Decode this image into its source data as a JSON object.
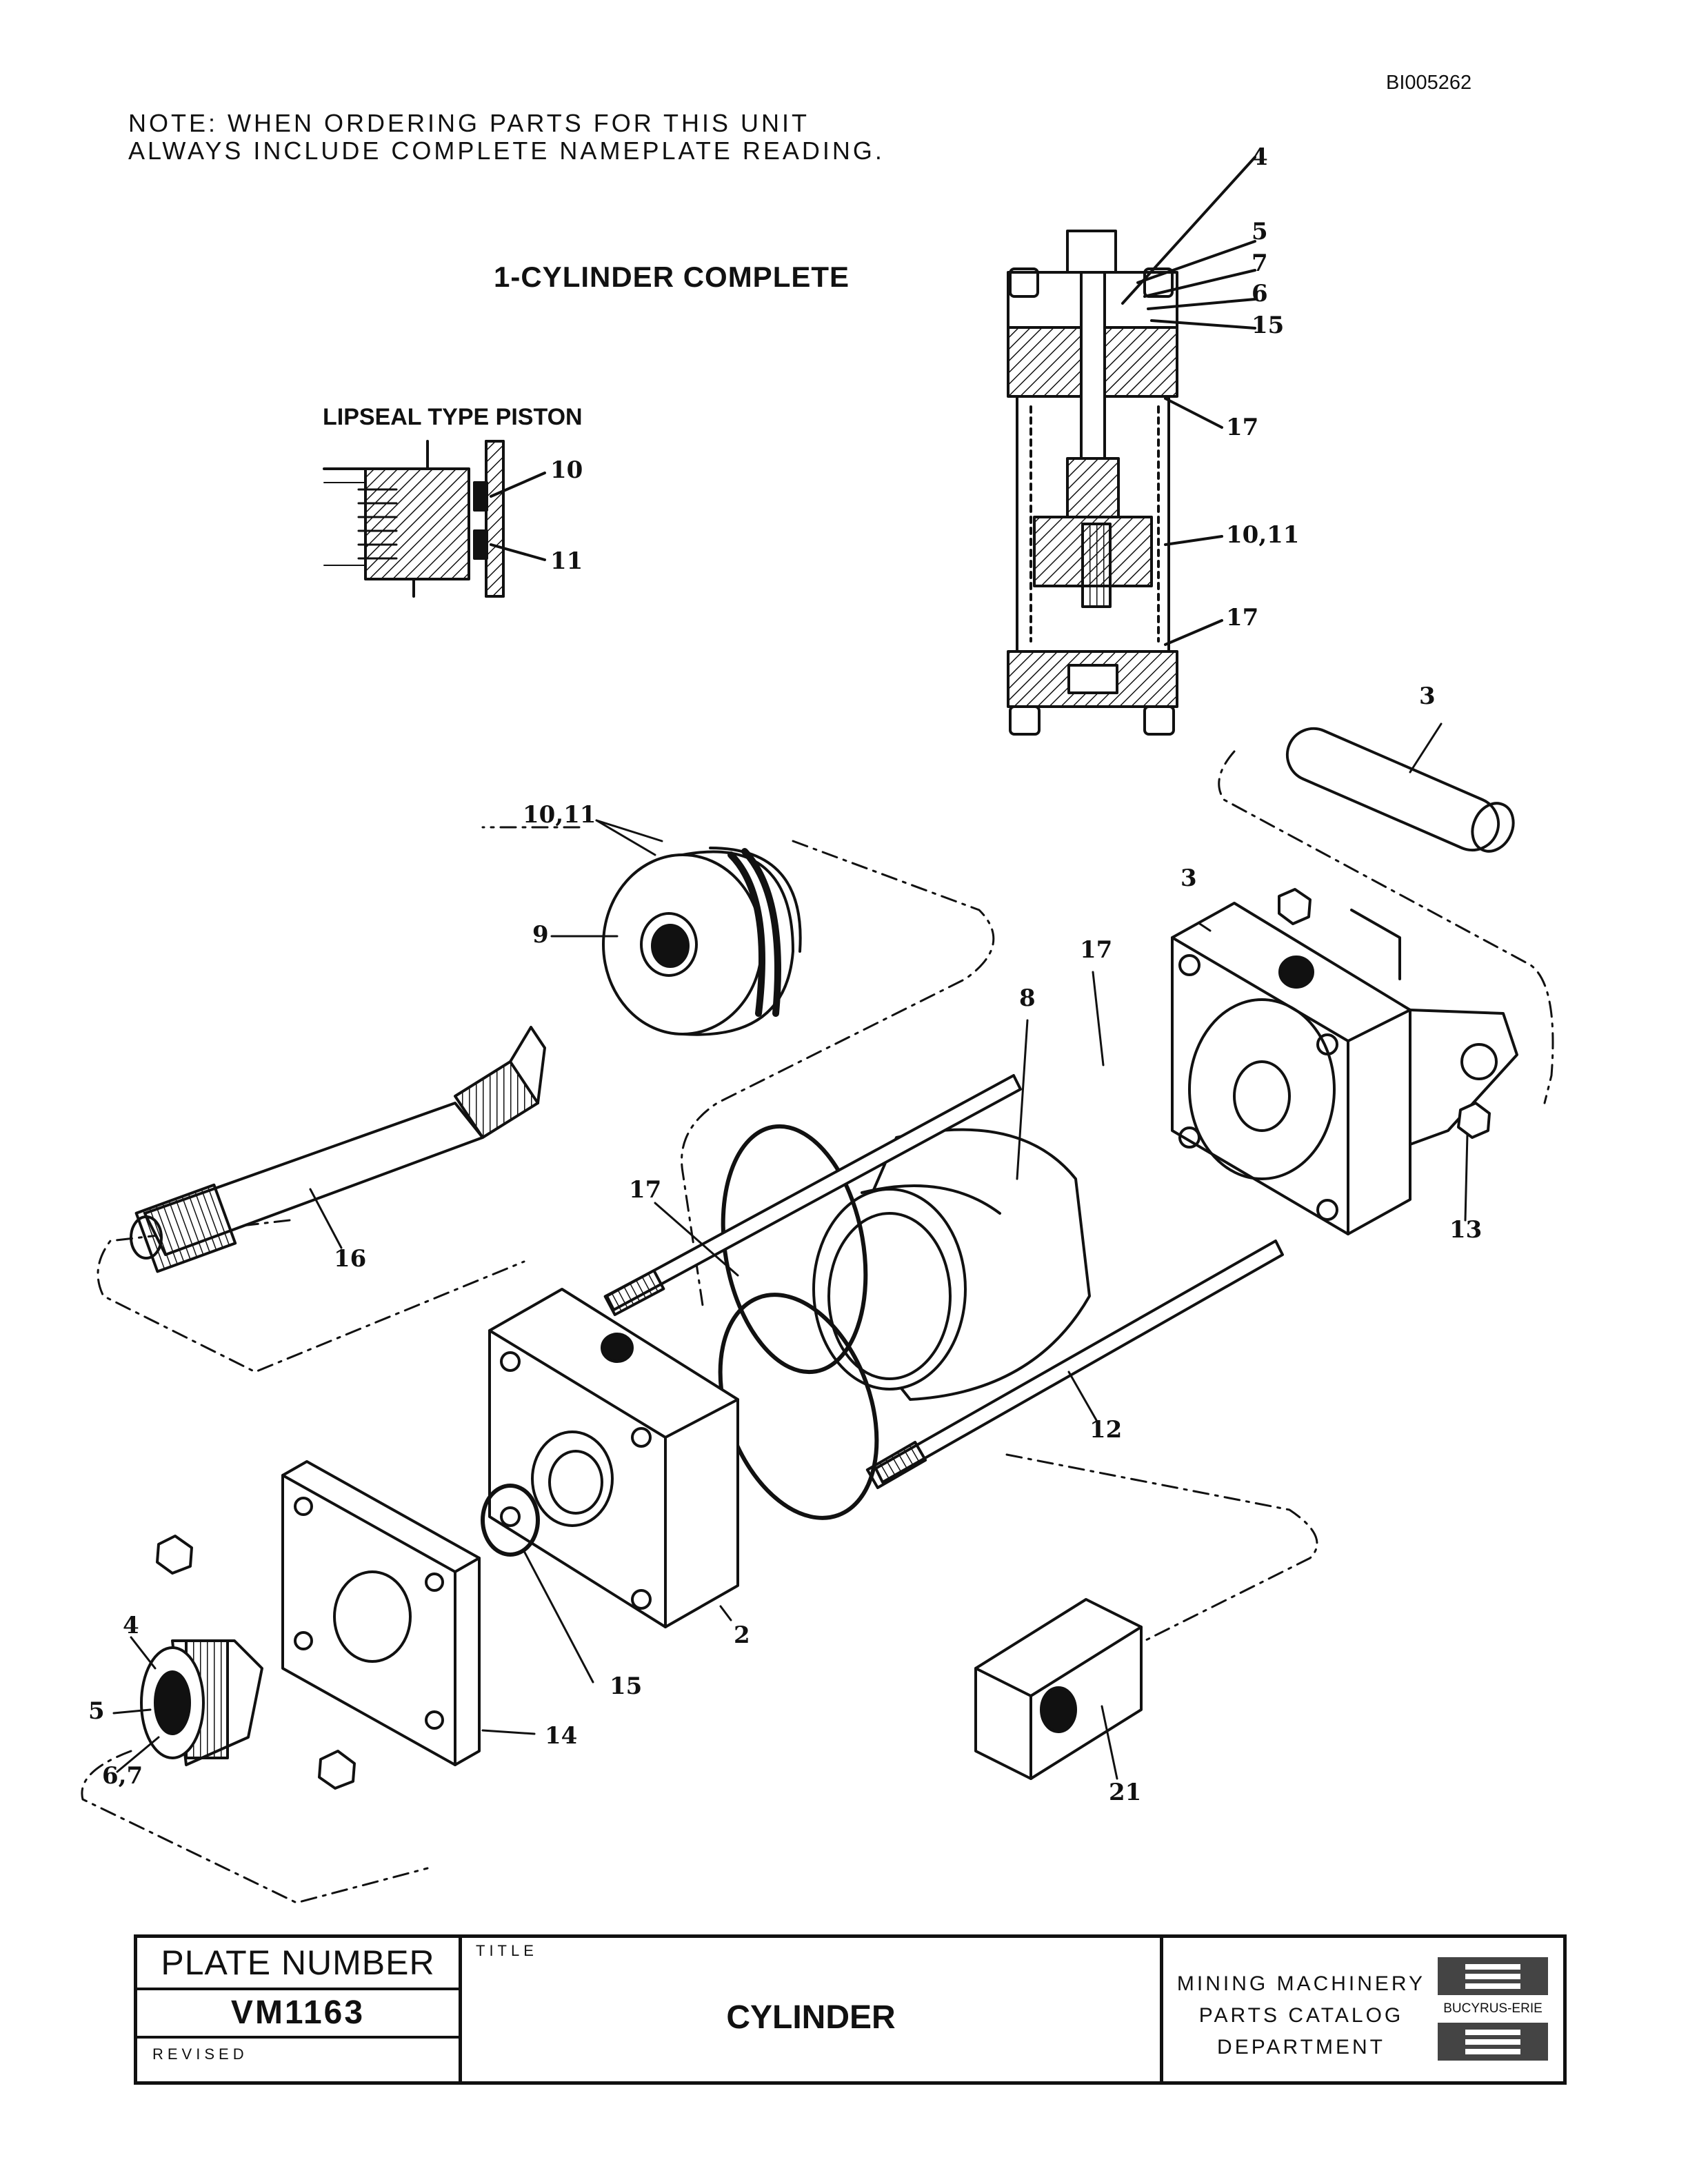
{
  "header": {
    "doc_id": "BI005262",
    "note_line_1": "NOTE:  WHEN ORDERING PARTS FOR THIS UNIT",
    "note_line_2": "ALWAYS INCLUDE COMPLETE NAMEPLATE READING."
  },
  "drawing": {
    "title": "1-CYLINDER COMPLETE",
    "inset_title": "LIPSEAL TYPE PISTON",
    "callouts": {
      "sec_4": "4",
      "sec_5": "5",
      "sec_7": "7",
      "sec_6": "6",
      "sec_15": "15",
      "sec_17a": "17",
      "sec_10_11": "10,11",
      "sec_17b": "17",
      "inset_10": "10",
      "inset_11": "11",
      "exp_3a": "3",
      "exp_10_11": "10,11",
      "exp_9": "9",
      "exp_3b": "3",
      "exp_17a": "17",
      "exp_8": "8",
      "exp_16": "16",
      "exp_17b": "17",
      "exp_13": "13",
      "exp_12": "12",
      "exp_2": "2",
      "exp_15": "15",
      "exp_4": "4",
      "exp_5": "5",
      "exp_6_7": "6,7",
      "exp_14": "14",
      "exp_21": "21"
    }
  },
  "title_block": {
    "plate_label": "PLATE NUMBER",
    "plate_value": "VM1163",
    "revised_label": "REVISED",
    "title_label": "TITLE",
    "title_value": "CYLINDER",
    "dept_line_1": "MINING MACHINERY",
    "dept_line_2": "PARTS CATALOG",
    "dept_line_3": "DEPARTMENT",
    "logo_text": "BUCYRUS-ERIE"
  }
}
